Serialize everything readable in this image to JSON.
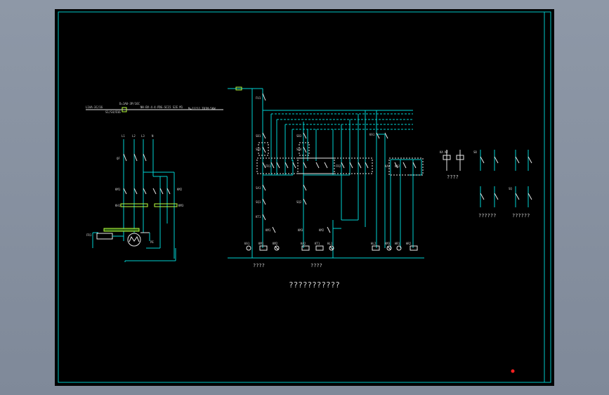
{
  "drawing": {
    "title": "???????????",
    "colors": {
      "viewport_bg": "#8a94a4",
      "sheet_bg": "#000000",
      "frame": "#00c8c8",
      "wire": "#00d2d2",
      "component": "#e8e8e8",
      "bus": "#b8ff40",
      "text": "#d0d0d0",
      "marker": "#ff2020"
    }
  },
  "power_circuit": {
    "feeder_label_left": "L1AA-3C/16",
    "feeder_label_left2": "S1/S4/D16",
    "feeder_breaker": "D=1A0-3P/16C",
    "feeder_cable": "NH-BV-4-4-PDG-SC15 S2E M1",
    "feeder_dest": "M=?????  TRIM-5KW",
    "phases": [
      "L1",
      "L2",
      "L3",
      "N"
    ],
    "qf_label": "QF",
    "km1_label": "KM1",
    "km2_label": "KM2",
    "ks_label": "KH1",
    "km3_label": "KM3",
    "motor_label": "M",
    "pe_label": "PE",
    "fr_label": "FR1"
  },
  "control_circuit": {
    "group_labels": [
      "????",
      "????"
    ],
    "coil_labels": [
      "KA1",
      "KM1",
      "KM2",
      "KA2",
      "KT1",
      "HL1",
      "HL2",
      "KM3",
      "HR1",
      "HR2",
      "KA3"
    ],
    "contact_labels": [
      "FU1",
      "SB1",
      "SB2",
      "SB3",
      "SB4",
      "SA1",
      "SQ1",
      "SQ2",
      "KA1",
      "KA2",
      "KT1",
      "KM1",
      "KM2",
      "KM3",
      "FR1",
      "FR2"
    ]
  },
  "legend": {
    "items": [
      {
        "label": "????",
        "sub": "KA  KT"
      },
      {
        "label": "??????",
        "sub": "SB"
      },
      {
        "label": "??????",
        "sub": "SQ"
      }
    ]
  }
}
